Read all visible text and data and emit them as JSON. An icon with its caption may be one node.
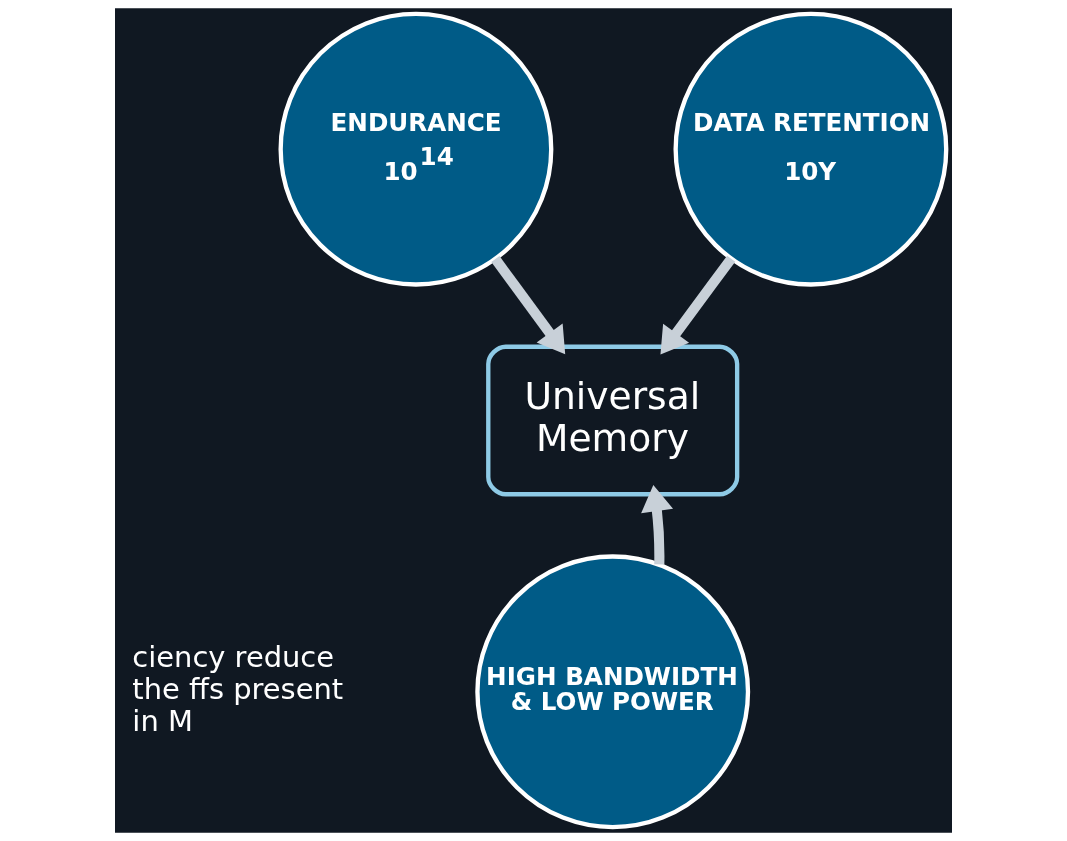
{
  "diagram": {
    "nodes": [
      {
        "text": [
          "ENDURANCE",
          "10$^{14}$"
        ]
      },
      {
        "text": [
          "DATA RETENTION",
          "10Y"
        ]
      },
      {
        "text": [
          "Universal Memory"
        ]
      },
      {
        "text": [
          "HIGH BANDWIDTH & LOW POWER"
        ]
      }
    ],
    "edges": [
      {
        "from": 0,
        "to": 2,
        "arrow": "to"
      },
      {
        "from": 1,
        "to": 2,
        "arrow": "to"
      },
      {
        "from": 3,
        "to": 2,
        "arrow": "to"
      }
    ],
    "labels": [
      "ciency reduce the ffs present in M"
    ]
  }
}
